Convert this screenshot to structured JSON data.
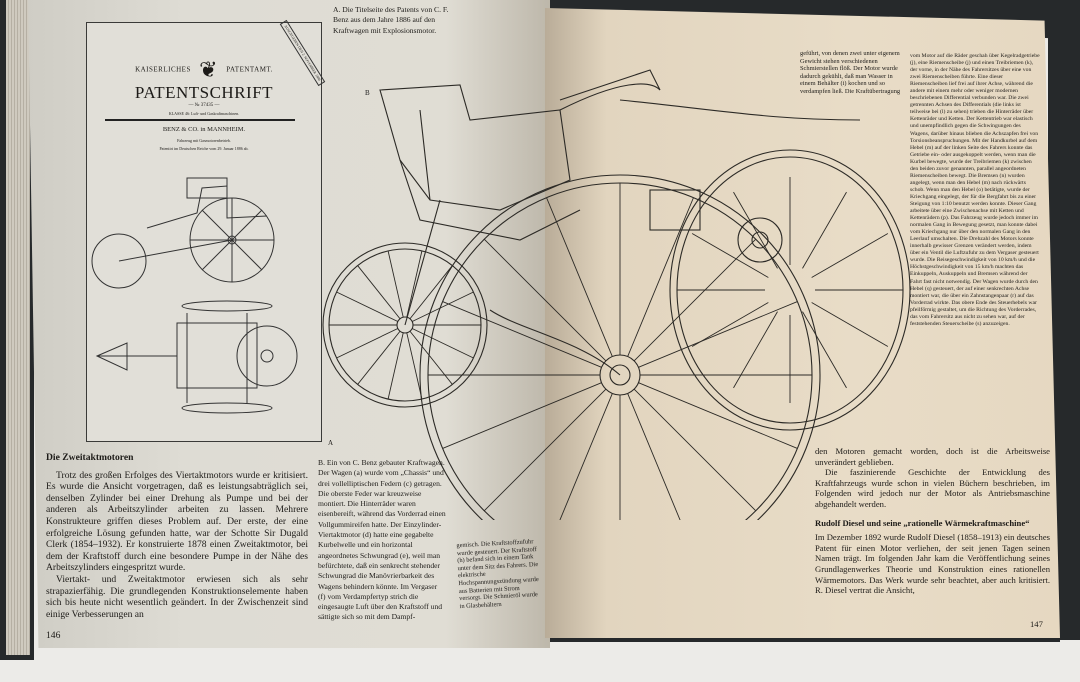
{
  "left_page": {
    "page_number": "146",
    "patent": {
      "header_left": "KAISERLICHES",
      "header_right": "PATENTAMT.",
      "title": "PATENTSCHRIFT",
      "number": "— № 37435 —",
      "klasse": "KLASSE 46: Luft- und Gaskraftmaschinen.",
      "company": "BENZ & CO. in MANNHEIM.",
      "subtitle": "Fahrzeug mit Gasmotorenbetrieb.",
      "patent_date": "Patentirt im Deutschen Reiche vom 29. Januar 1886 ab.",
      "stamp": "AUSGEGEBEN DEN 2. NOVEMBER 1886",
      "figure_label": "A"
    },
    "caption_a": "A. Die Titelseite des Patents von C. F. Benz aus dem Jahre 1886 auf den Kraftwagen mit Explosionsmotor.",
    "section_heading": "Die Zweitaktmotoren",
    "paragraph_1": "Trotz des großen Erfolges des Viertaktmotors wurde er kritisiert. Es wurde die Ansicht vorgetragen, daß es leistungsabträglich sei, denselben Zylinder bei einer Drehung als Pumpe und bei der anderen als Arbeitszylinder arbeiten zu lassen. Mehrere Konstrukteure griffen dieses Problem auf. Der erste, der eine erfolgreiche Lösung gefunden hatte, war der Schotte Sir Dugald Clerk (1854–1932). Er konstruierte 1878 einen Zweitaktmotor, bei dem der Kraftstoff durch eine besondere Pumpe in der Nähe des Arbeitszylinders eingespritzt wurde.",
    "paragraph_2": "Viertakt- und Zweitaktmotor erwiesen sich als sehr strapazierfähig. Die grundlegenden Konstruktionselemente haben sich bis heute nicht wesentlich geändert. In der Zwischenzeit sind einige Verbesserungen an",
    "caption_b": "B. Ein von C. Benz gebauter Kraftwagen. Der Wagen (a) wurde vom „Chassis“ und drei vollelliptischen Federn (c) getragen. Die oberste Feder war kreuzweise montiert. Die Hinterräder waren eisenbereift, während das Vorderrad einen Vollgummireifen hatte. Der Einzylinder-Viertaktmotor (d) hatte eine gegabelte Kurbelwelle und ein horizontal angeordnetes Schwungrad (e), weil man befürchtete, daß ein senkrecht stehender Schwungrad die Manövrierbarkeit des Wagens behindern könnte. Im Vergaser (f) vom Verdampfertyp strich die eingesaugte Luft über den Kraftstoff und sättigte sich so mit dem Dampf-",
    "caption_b_cont": "gemisch. Die Kraftstoffzufuhr wurde gesteuert. Der Kraftstoff (h) befand sich in einem Tank unter dem Sitz des Fahrers. Die elektrische Hochspannungszündung wurde aus Batterien mit Strom versorgt. Die Schmieröl wurde in Glasbehältern",
    "drawing_label": "B"
  },
  "right_page": {
    "page_number": "147",
    "caption_top": "geführt, von denen zwei unter eigenem Gewicht stehen verschiedenen Schmierstellen flöß. Der Motor wurde dadurch gekühlt, daß man Wasser in einem Behälter (i) kochen und so verdampfen ließ. Die Kraftübertragung",
    "caption_column": "vom Motor auf die Räder geschah über Kegelradgetriebe (j), eine Riemenscheibe (j) und einen Treibriemen (k), der vorne, in der Nähe des Fahrersitzes über eine von zwei Riemenscheiben führte. Eine dieser Riemenscheiben lief frei auf ihrer Achse, während die andere mit einem mehr oder weniger modernen beschriebenen Differential verbunden war. Die zwei getrennten Achsen des Differentials (die links ist teilweise bei (l) zu sehen) trieben die Hinterräder über Kettenräder und Ketten. Der Kettentrieb war elastisch und unempfindlich gegen die Schwingungen des Wagens, darüber hinaus blieben die Achszapfen frei von Torsionsbeanspruchungen. Mit der Handkurbel auf dem Hebel (m) auf der linken Seite des Fahrers konnte das Getriebe ein- oder ausgekoppelt werden, wenn man die Kurbel bewegte, wurde der Treibriemen (k) zwischen den beiden zuvor genannten, parallel angeordneten Riemenscheiben bewegt. Die Bremsen (n) wurden angelegt, wenn man den Hebel (m) nach rückwärts schob. Wenn man den Hebel (o) betätigte, wurde der Kriechgang eingelegt, der für die Bergfahrt bis zu einer Steigung von 1:10 benutzt werden konnte. Dieser Gang arbeitete über eine Zwischenachse mit Ketten und Kettenrädern (p). Das Fahrzeug wurde jedoch immer im normalen Gang in Bewegung gesetzt, man konnte dabei vom Kriechgang nur über den normalen Gang in den Leerlauf umschalten. Die Drehzahl des Motors konnte innerhalb gewisser Grenzen verändert werden, indem über ein Ventil die Luftzufuhr zu dem Vergaser gesteuert wurde. Die Reisegeschwindigkeit von 10 km/h und die Höchstgeschwindigkeit von 15 km/h machten das Einkuppeln, Auskuppeln und Bremsen während der Fahrt fast nicht notwendig. Der Wagen wurde durch den Hebel (q) gesteuert, der auf einer senkrechten Achse montiert war, die über ein Zahnstangenpaar (r) auf das Vorderrad wirkte. Das obere Ende des Steuerhebels war pfeilförmig gestaltet, um die Richtung des Vorderrades, das vom Fahrersitz aus nicht zu sehen war, auf der feststehenden Steuerscheibe (s) anzuzeigen.",
    "paragraph_1": "den Motoren gemacht worden, doch ist die Arbeitsweise unverändert geblieben.",
    "paragraph_2": "Die faszinierende Geschichte der Entwicklung des Kraftfahrzeugs wurde schon in vielen Büchern beschrieben, im Folgenden wird jedoch nur der Motor als Antriebsmaschine abgehandelt werden.",
    "section_heading": "Rudolf Diesel und seine „rationelle Wärmekraftmaschine“",
    "paragraph_3": "Im Dezember 1892 wurde Rudolf Diesel (1858–1913) ein deutsches Patent für einen Motor verliehen, der seit jenen Tagen seinen Namen trägt. Im folgenden Jahr kam die Veröffentlichung seines Grundlagenwerkes Theorie und Konstruktion eines rationellen Wärmemotors. Das Werk wurde sehr beachtet, aber auch kritisiert. R. Diesel vertrat die Ansicht,"
  },
  "colors": {
    "cover": "#26292b",
    "left_page": "#dedcd4",
    "right_page": "#e8dcc7",
    "ink": "#1d1b18"
  }
}
